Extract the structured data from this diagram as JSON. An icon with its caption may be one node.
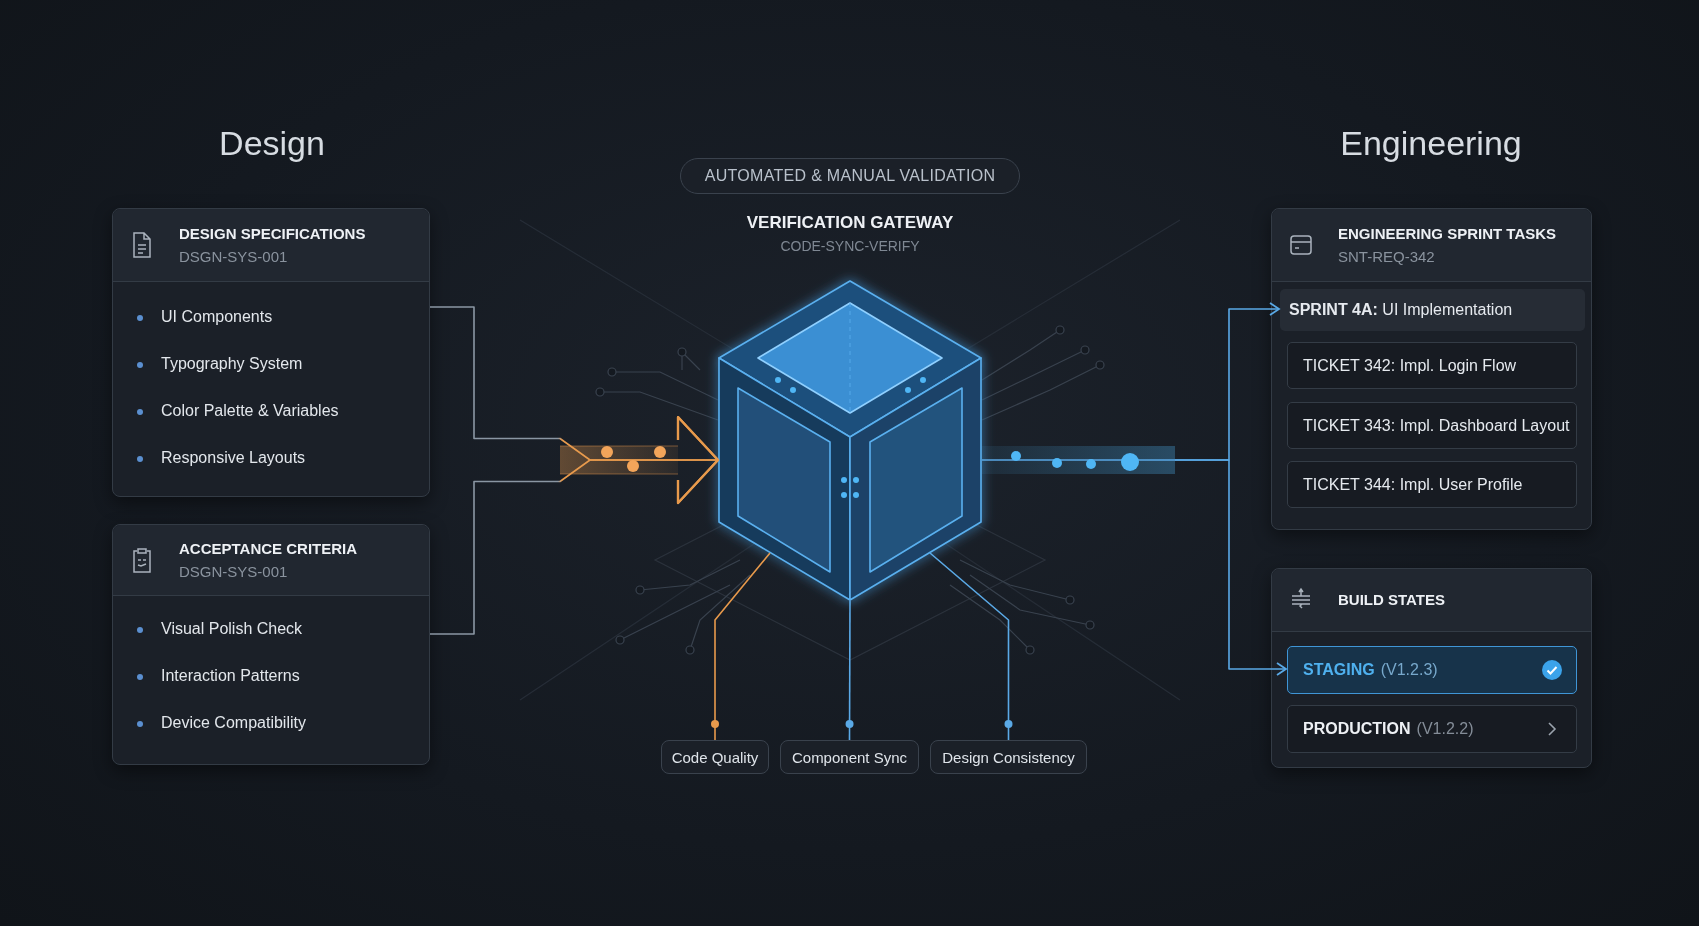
{
  "diagram": {
    "nodes": [
      {
        "text": [
          "DESIGN SPECIFICATIONS",
          "DSGN-SYS-001",
          "UI Components",
          "Typography System",
          "Color Palette & Variables",
          "Responsive Layouts"
        ]
      },
      {
        "text": [
          "ACCEPTANCE CRITERIA",
          "DSGN-SYS-001",
          "Visual Polish Check",
          "Interaction Patterns",
          "Device Compatibility"
        ]
      },
      {
        "text": [
          "AUTOMATED & MANUAL VALIDATION"
        ]
      },
      {
        "text": [
          "VERIFICATION GATEWAY",
          "CODE-SYNC-VERIFY"
        ]
      },
      {
        "text": [
          "ENGINEERING SPRINT TASKS",
          "SNT-REQ-342"
        ]
      },
      {
        "text": [
          "**SPRINT 4A:** UI Implementation"
        ],
        "in": 4
      },
      {
        "text": [
          "TICKET 342: Impl. Login Flow"
        ],
        "in": 4
      },
      {
        "text": [
          "TICKET 343: Impl. Dashboard Layout"
        ],
        "in": 4
      },
      {
        "text": [
          "TICKET 344: Impl. User Profile"
        ],
        "in": 4
      },
      {
        "text": [
          "BUILD STATES"
        ]
      },
      {
        "text": [
          "STAGING",
          "(V1.2.3)"
        ],
        "in": 9
      },
      {
        "text": [
          "PRODUCTION",
          "(V1.2.2)"
        ],
        "in": 9
      },
      {
        "text": [
          "Code Quality"
        ]
      },
      {
        "text": [
          "Component Sync"
        ]
      },
      {
        "text": [
          "Design Consistency"
        ]
      }
    ],
    "edges": [
      {
        "from": 0,
        "to": 3,
        "arrow": "to",
        "color": "#8a96a3"
      },
      {
        "from": 1,
        "to": 3,
        "arrow": "to",
        "color": "#8a96a3"
      },
      {
        "from": 3,
        "to": 5,
        "arrow": "to"
      },
      {
        "from": 3,
        "to": 10,
        "arrow": "to"
      },
      {
        "from": 3,
        "to": 12,
        "arrow": "other",
        "color": "#e89a4c"
      },
      {
        "from": 3,
        "to": 13,
        "arrow": "other"
      },
      {
        "from": 3,
        "to": 14,
        "arrow": "other"
      }
    ],
    "labels": [
      "Design",
      "Engineering"
    ]
  }
}
